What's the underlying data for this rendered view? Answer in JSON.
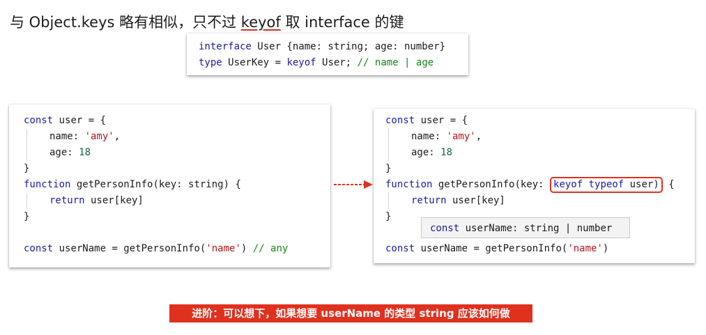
{
  "heading": {
    "prefix": "与 Object.keys 略有相似，只不过 ",
    "underlined": "keyof",
    "suffix": " 取 interface 的键"
  },
  "top_code": {
    "line1": {
      "kw": "interface",
      "rest": " User {name: string; age: number}"
    },
    "line2": {
      "kw1": "type",
      "mid1": " UserKey = ",
      "kw2": "keyof",
      "mid2": " User; ",
      "comment": "// name | age"
    }
  },
  "left_code": {
    "l1": {
      "kw": "const",
      "rest": " user = {"
    },
    "l2": {
      "key": "name: ",
      "str": "'amy'",
      "end": ","
    },
    "l3": {
      "key": "age: ",
      "num": "18"
    },
    "l4": "}",
    "l5": {
      "kw": "function",
      "rest": " getPersonInfo(key: string) {"
    },
    "l6": {
      "kw": "return",
      "rest": " user[key]"
    },
    "l7": "}",
    "l9": {
      "kw": "const",
      "mid": " userName = getPersonInfo(",
      "str": "'name'",
      "end": ") ",
      "comment": "// any"
    }
  },
  "right_code": {
    "l1": {
      "kw": "const",
      "rest": " user = {"
    },
    "l2": {
      "key": "name: ",
      "str": "'amy'",
      "end": ","
    },
    "l3": {
      "key": "age: ",
      "num": "18"
    },
    "l4": "}",
    "l5": {
      "kw": "function",
      "pre": " getPersonInfo(key: ",
      "kw2": "keyof",
      "kw3": "typeof",
      "boxrest": " user)",
      "end": " {"
    },
    "l6": {
      "kw": "return",
      "rest": " user[key]"
    },
    "l7": "}",
    "l9": {
      "kw": "const",
      "mid": " userName = getPersonInfo(",
      "str": "'name'",
      "end": ")"
    }
  },
  "tooltip": {
    "kw": "const",
    "rest": " userName: string | number"
  },
  "banner": "进阶：可以想下，如果想要 userName 的类型 string 应该如何做",
  "colors": {
    "accent": "#e0301e",
    "keyword": "#1a1aa6",
    "string": "#b3151a",
    "number": "#116644",
    "comment": "#118811"
  }
}
